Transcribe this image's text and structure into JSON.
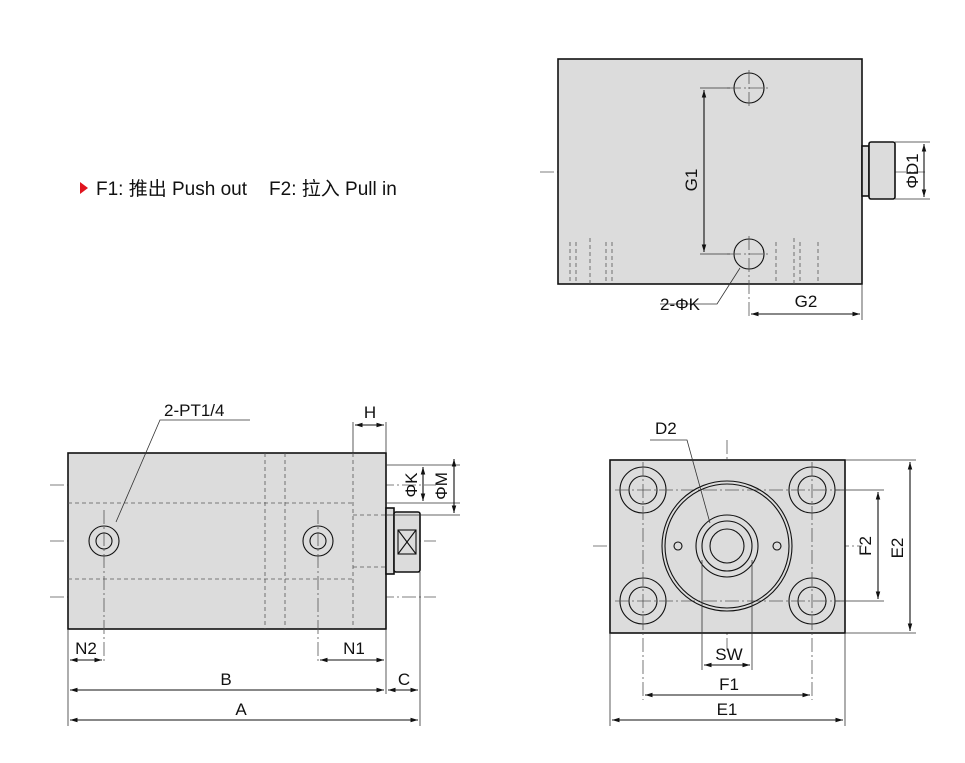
{
  "legend": {
    "f1_label": "F1:",
    "f1_text": "推出  Push out",
    "f2_label": "F2:",
    "f2_text": "拉入  Pull in",
    "accent_color": "#e0141e"
  },
  "top_view": {
    "g1": "G1",
    "d1": "ΦD1",
    "holes": "2-ΦK",
    "g2": "G2"
  },
  "side_view": {
    "ports": "2-PT1/4",
    "h": "H",
    "k": "ΦK",
    "m": "ΦM",
    "n2": "N2",
    "n1": "N1",
    "b": "B",
    "c": "C",
    "a": "A"
  },
  "front_view": {
    "d2": "D2",
    "f2": "F2",
    "e2": "E2",
    "sw": "SW",
    "f1": "F1",
    "e1": "E1"
  }
}
